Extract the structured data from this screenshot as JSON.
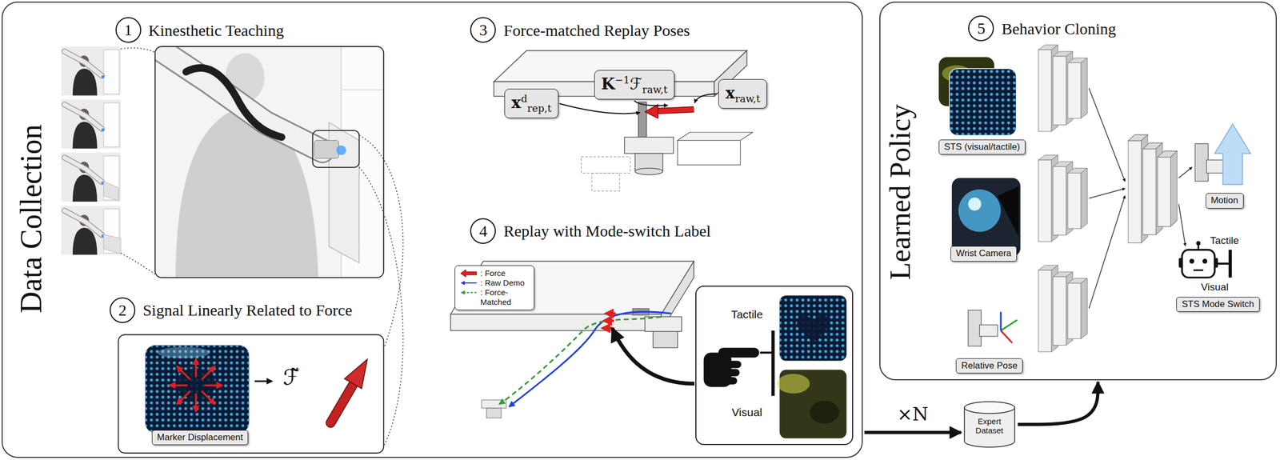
{
  "diagram": {
    "nodes": [
      {
        "text": [
          "Data Collection"
        ]
      },
      {
        "text": [
          "1",
          "Kinesthetic Teaching"
        ],
        "in": 0
      },
      {
        "text": [
          "2",
          "Signal Linearly Related to Force"
        ],
        "in": 0
      },
      {
        "text": [
          "Marker Displacement"
        ],
        "in": 0
      },
      {
        "text": [
          "3",
          "Force-matched Replay Poses"
        ],
        "in": 0
      },
      {
        "text": [
          "xdrep,t"
        ],
        "in": 0
      },
      {
        "text": [
          "K−1ℱraw,t"
        ],
        "in": 0
      },
      {
        "text": [
          "xraw,t"
        ],
        "in": 0
      },
      {
        "text": [
          "4",
          "Replay with Mode-switch Label"
        ],
        "in": 0
      },
      {
        "text": [
          "Tactile",
          "Visual"
        ],
        "in": 0
      },
      {
        "text": [
          "Expert Dataset"
        ]
      },
      {
        "text": [
          "Learned Policy"
        ]
      },
      {
        "text": [
          "5",
          "Behavior Cloning"
        ],
        "in": 11
      },
      {
        "text": [
          "STS (visual/tactile)"
        ],
        "in": 11
      },
      {
        "text": [
          "Wrist Camera"
        ],
        "in": 11
      },
      {
        "text": [
          "Relative Pose"
        ],
        "in": 11
      },
      {
        "text": [
          "Motion"
        ],
        "in": 11
      },
      {
        "text": [
          "STS Mode Switch"
        ],
        "in": 11
      }
    ],
    "edges": [
      {
        "from": 0,
        "to": 10,
        "label": "×N",
        "arrow": "to"
      },
      {
        "from": 10,
        "to": 11,
        "arrow": "to"
      }
    ],
    "labels": [
      "ℱ̃",
      "Tactile",
      "Visual"
    ],
    "legend": [
      {
        "text": ": Force"
      },
      {
        "text": ": Raw Demo"
      },
      {
        "text": ": Force- Matched"
      }
    ]
  }
}
